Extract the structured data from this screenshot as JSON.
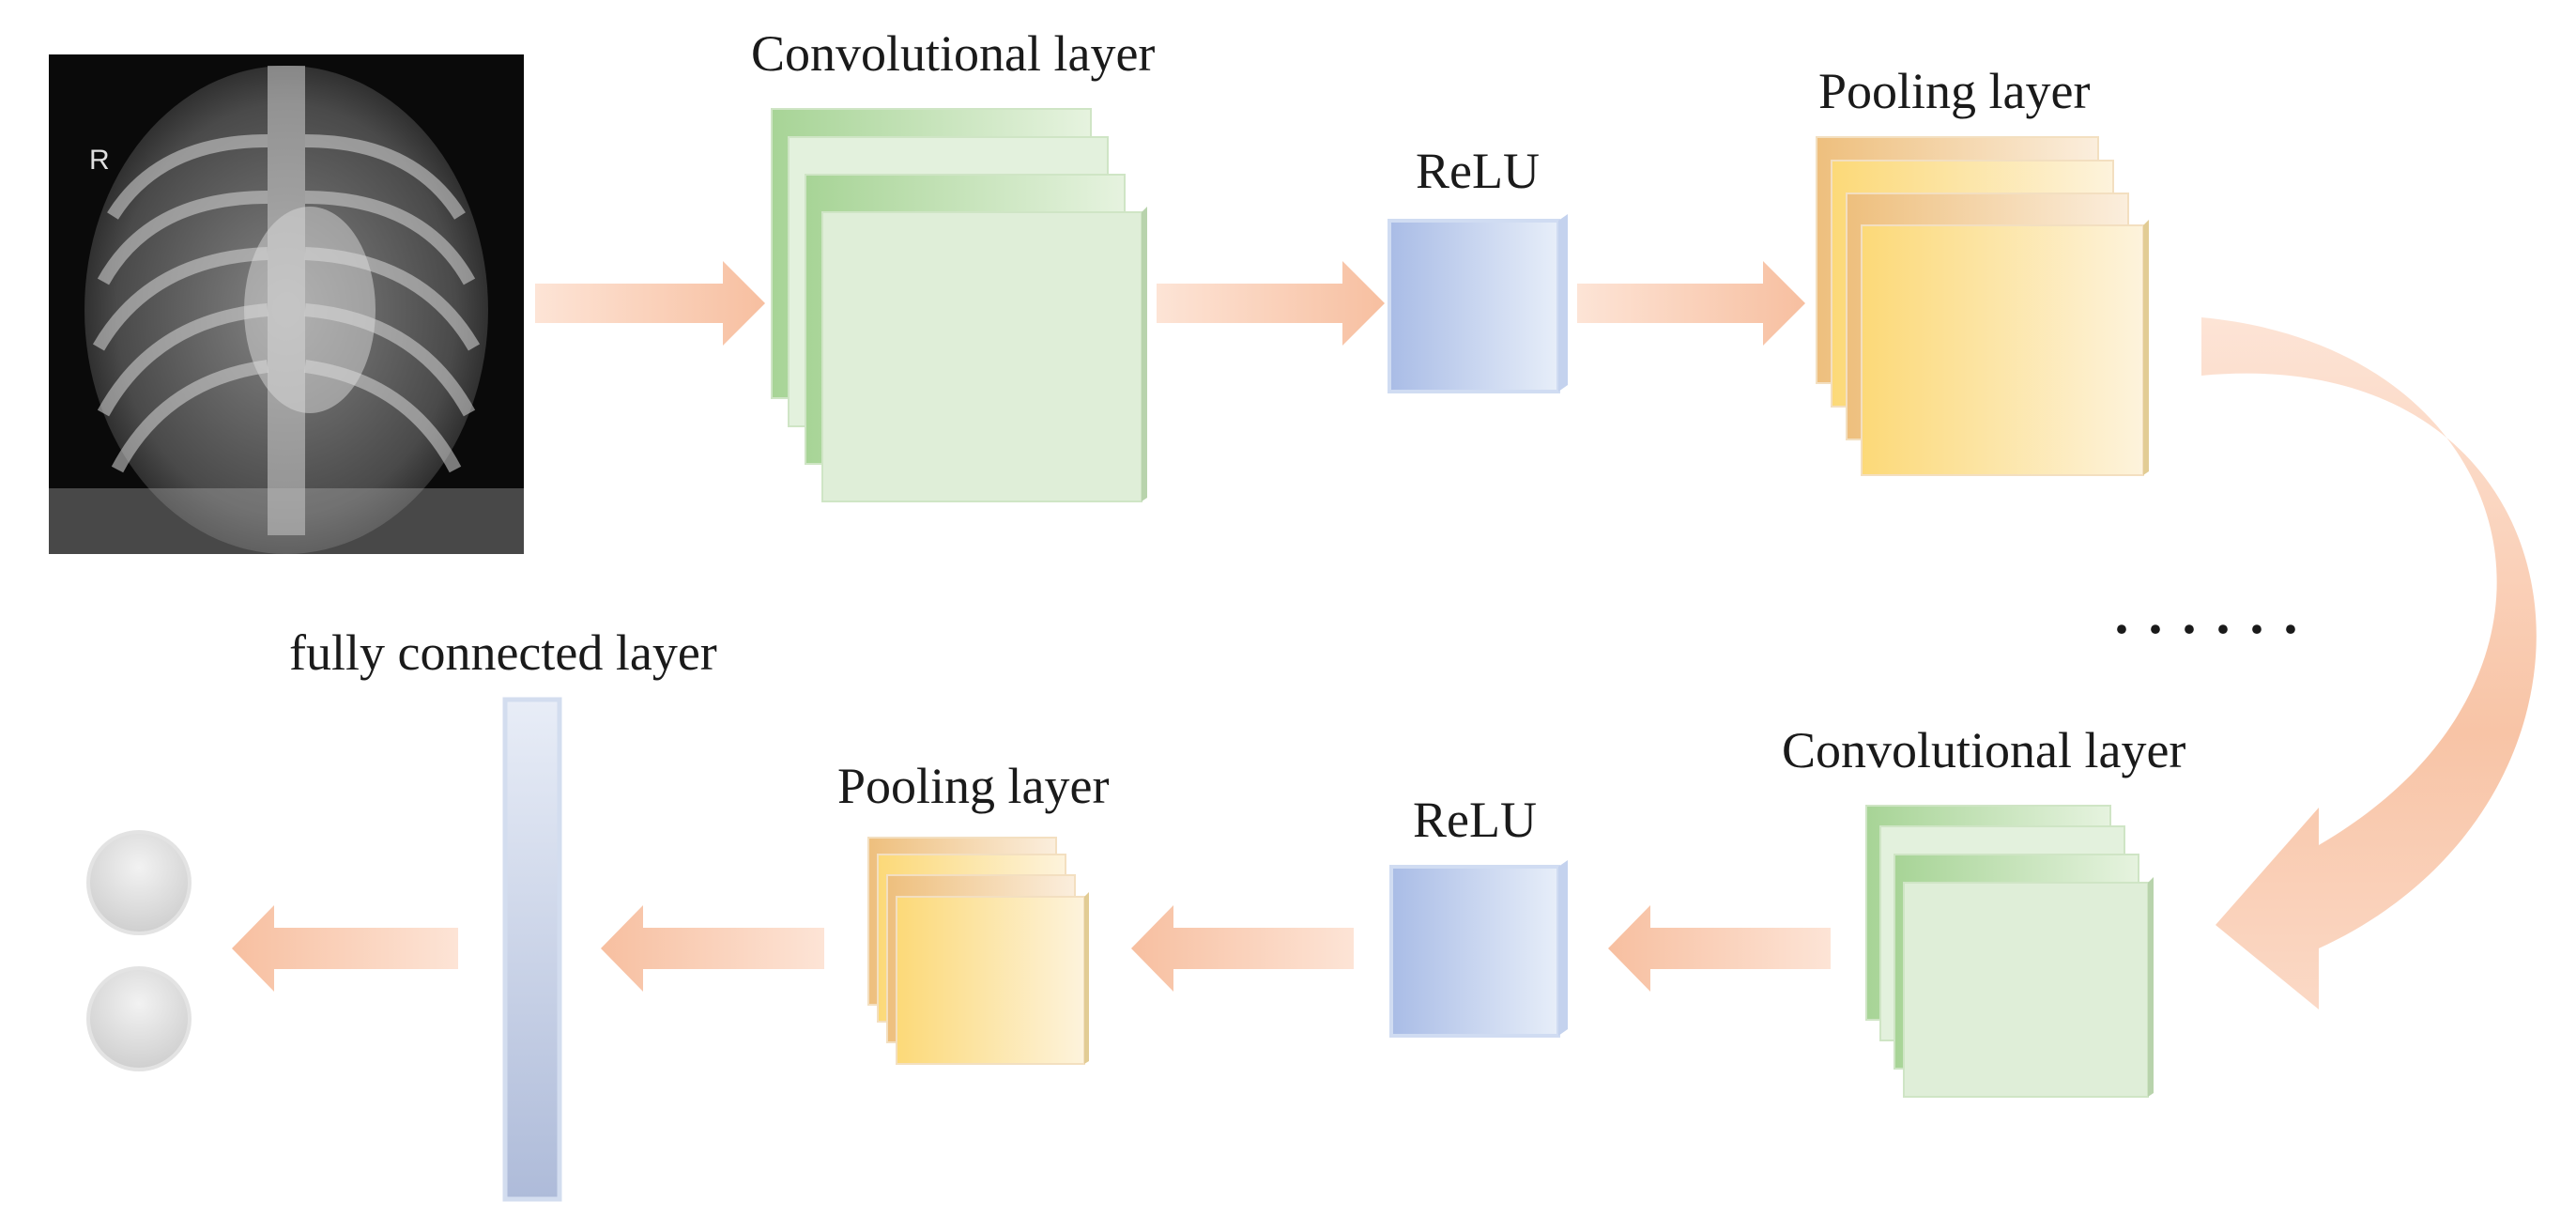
{
  "labels": {
    "conv_layer_top": "Convolutional layer",
    "relu_top": "ReLU",
    "pooling_layer_top": "Pooling layer",
    "ellipsis": "······",
    "conv_layer_bottom": "Convolutional layer",
    "relu_bottom": "ReLU",
    "pooling_layer_bottom": "Pooling layer",
    "fully_connected": "fully connected layer"
  },
  "xray": {
    "marker": "R"
  },
  "colors": {
    "arrow": "#f7c3a4",
    "conv": "#a9d59a",
    "conv_face": "#dcefd4",
    "relu": "#aebfe6",
    "pool": "#f5d98a",
    "pool_edge": "#e8c27a",
    "fc": "#b8c6e2",
    "output": "#d9d9d9"
  }
}
